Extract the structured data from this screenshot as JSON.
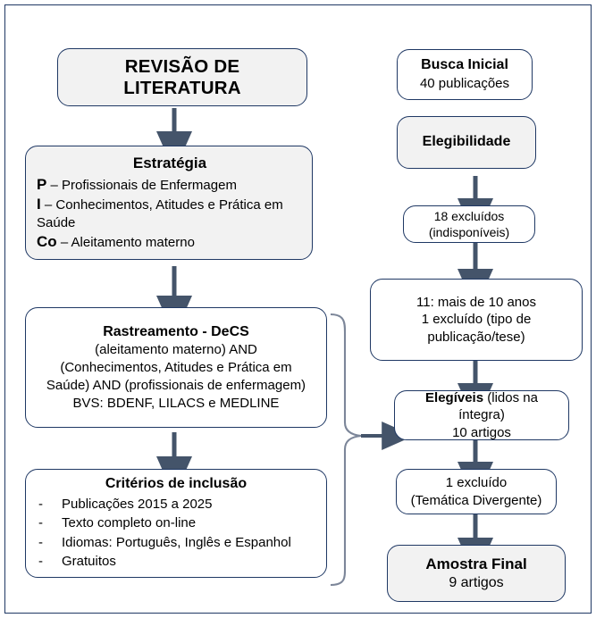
{
  "diagram": {
    "title": "Fluxograma de revisão de literatura",
    "colors": {
      "border": "#1F3864",
      "arrow": "#44546A",
      "fill_gray": "#F2F2F2",
      "fill_white": "#FFFFFF",
      "text": "#000000"
    }
  },
  "left_column": {
    "title_box": {
      "label": "REVISÃO DE LITERATURA"
    },
    "strategy_box": {
      "heading": "Estratégia",
      "rows": [
        {
          "key": "P",
          "sep": " – ",
          "value": "Profissionais de Enfermagem"
        },
        {
          "key": "I",
          "sep": " – ",
          "value": "  Conhecimentos, Atitudes e Prática em Saúde"
        },
        {
          "key": "Co",
          "sep": " – ",
          "value": "Aleitamento materno"
        }
      ]
    },
    "tracking_box": {
      "heading": "Rastreamento - DeCS",
      "lines": [
        "(aleitamento materno) AND",
        "(Conhecimentos, Atitudes e Prática em Saúde) AND (profissionais de enfermagem)",
        "BVS: BDENF, LILACS e MEDLINE"
      ]
    },
    "criteria_box": {
      "heading": "Critérios de inclusão",
      "bullet": "-",
      "items": [
        "Publicações 2015 a 2025",
        "Texto completo on-line",
        "Idiomas: Português, Inglês e Espanhol",
        "Gratuitos"
      ]
    }
  },
  "right_column": {
    "initial_search_box": {
      "heading": "Busca Inicial",
      "detail": "40 publicações"
    },
    "eligibility_box": {
      "heading": "Elegibilidade"
    },
    "excluded_unavailable_box": {
      "line1": "18 excluídos",
      "line2": "(indisponíveis)"
    },
    "excluded_age_box": {
      "line1": "11: mais de 10 anos",
      "line2": "1 excluído (tipo de",
      "line3": "publicação/tese)"
    },
    "eligible_box": {
      "heading": "Elegíveis",
      "heading_suffix": " (lidos na íntegra)",
      "detail": "10 artigos"
    },
    "excluded_theme_box": {
      "line1": "1 excluído",
      "line2": "(Temática Divergente)"
    },
    "final_sample_box": {
      "heading": "Amostra Final",
      "detail": "9 artigos"
    }
  }
}
